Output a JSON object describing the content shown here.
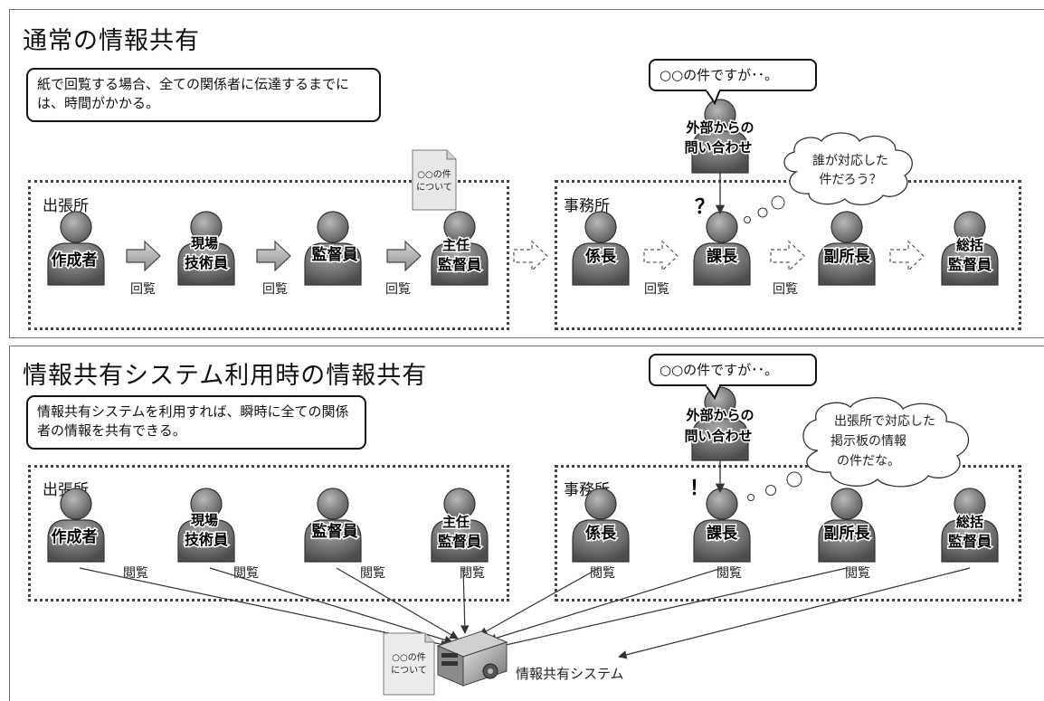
{
  "top": {
    "title": "通常の情報共有",
    "note": "紙で回覧する場合、全ての関係者に伝達するまでには、時間がかかる。",
    "region_left": "出張所",
    "region_right": "事務所",
    "speech": "○○の件ですが･･。",
    "external_1": "外部からの",
    "external_2": "問い合わせ",
    "thought_1": "誰が対応した",
    "thought_2": "件だろう？",
    "question_mark": "？",
    "document_1": "○○の件",
    "document_2": "について",
    "circulate": "回覧",
    "people": [
      "作成者",
      "現場",
      "技術員",
      "監督員",
      "主任",
      "監督員",
      "係長",
      "課長",
      "副所長",
      "総括",
      "監督員"
    ]
  },
  "bottom": {
    "title": "情報共有システム利用時の情報共有",
    "note": "情報共有システムを利用すれば、瞬時に全ての関係者の情報を共有できる。",
    "region_left": "出張所",
    "region_right": "事務所",
    "speech": "○○の件ですが･･。",
    "external_1": "外部からの",
    "external_2": "問い合わせ",
    "thought_1": "出張所で対応した",
    "thought_2": "掲示板の情報",
    "thought_3": "の件だな。",
    "exclaim": "！",
    "browse": "閲覧",
    "document_1": "○○の件",
    "document_2": "について",
    "system": "情報共有システム",
    "people": [
      "作成者",
      "現場",
      "技術員",
      "監督員",
      "主任",
      "監督員",
      "係長",
      "課長",
      "副所長",
      "総括",
      "監督員"
    ]
  }
}
